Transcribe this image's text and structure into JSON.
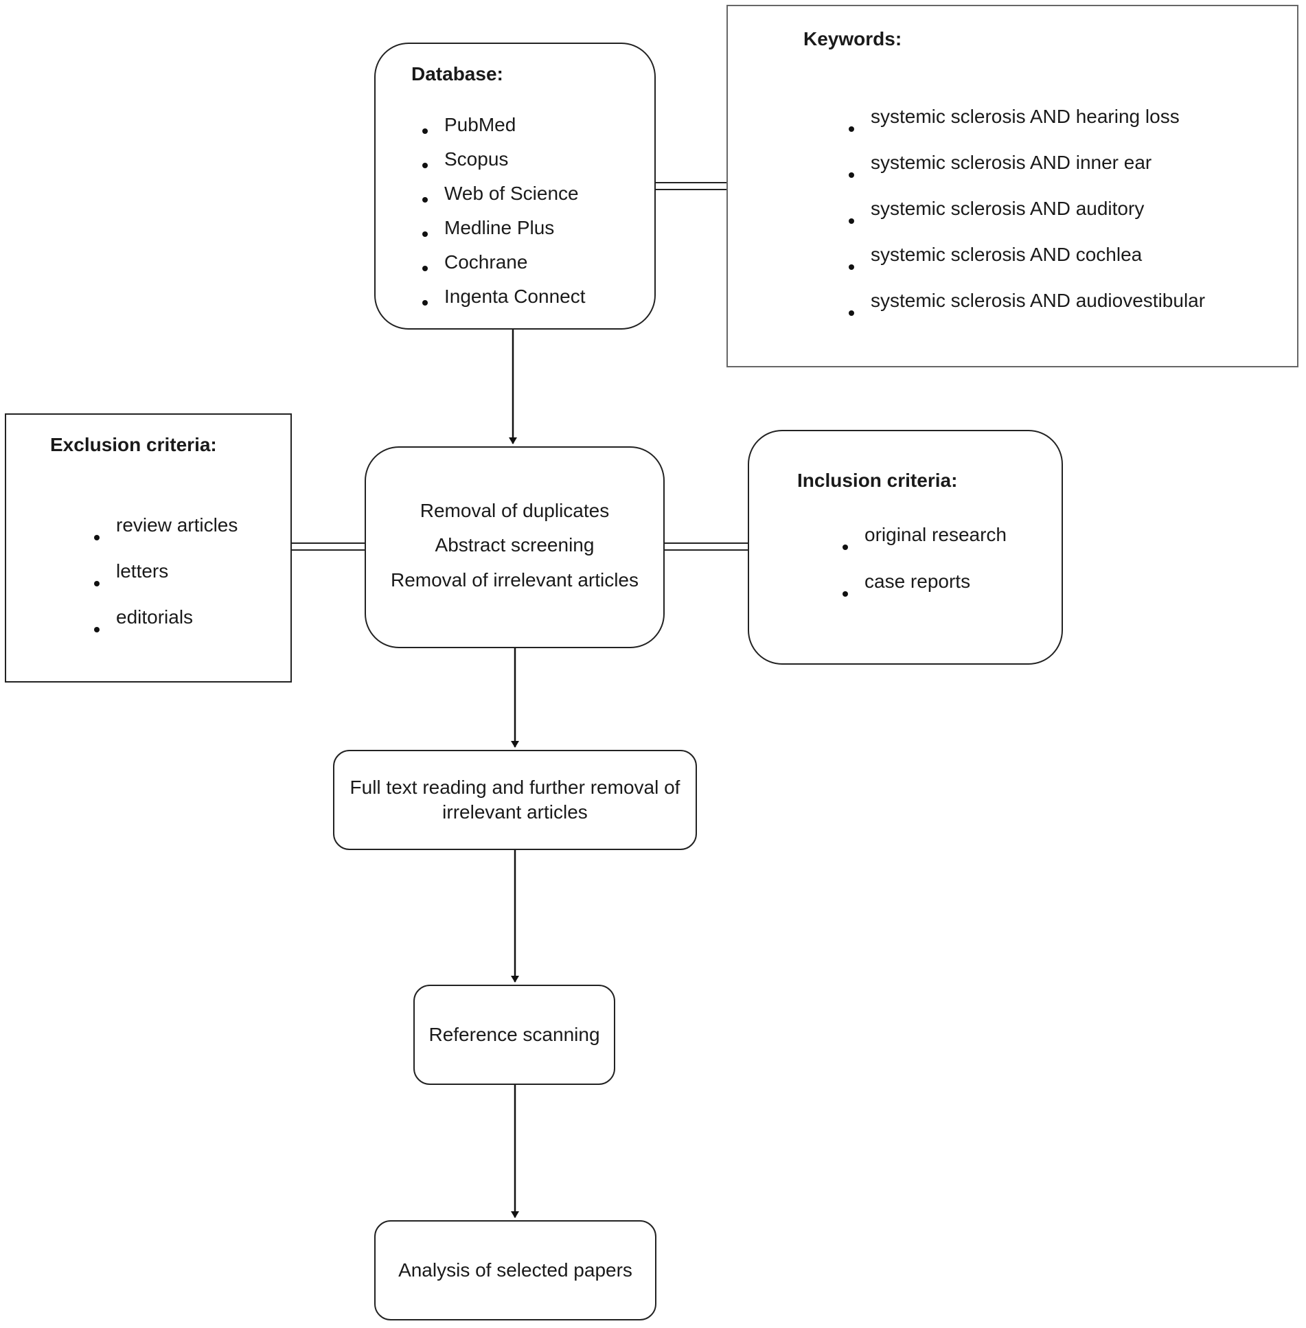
{
  "database": {
    "title": "Database:",
    "items": [
      "PubMed",
      "Scopus",
      "Web of Science",
      "Medline Plus",
      "Cochrane",
      "Ingenta Connect"
    ]
  },
  "keywords": {
    "title": "Keywords:",
    "items": [
      "systemic sclerosis AND hearing loss",
      "systemic sclerosis AND inner ear",
      "systemic sclerosis AND auditory",
      "systemic sclerosis AND cochlea",
      "systemic sclerosis AND audiovestibular"
    ]
  },
  "exclusion": {
    "title": "Exclusion criteria:",
    "items": [
      "review articles",
      "letters",
      "editorials"
    ]
  },
  "screening": {
    "lines": [
      "Removal of duplicates",
      "Abstract screening",
      "Removal of irrelevant articles"
    ]
  },
  "inclusion": {
    "title": "Inclusion criteria:",
    "items": [
      "original research",
      "case reports"
    ]
  },
  "fulltext": {
    "label": "Full text reading and further removal of irrelevant articles"
  },
  "reference": {
    "label": "Reference scanning"
  },
  "analysis": {
    "label": "Analysis of selected papers"
  }
}
